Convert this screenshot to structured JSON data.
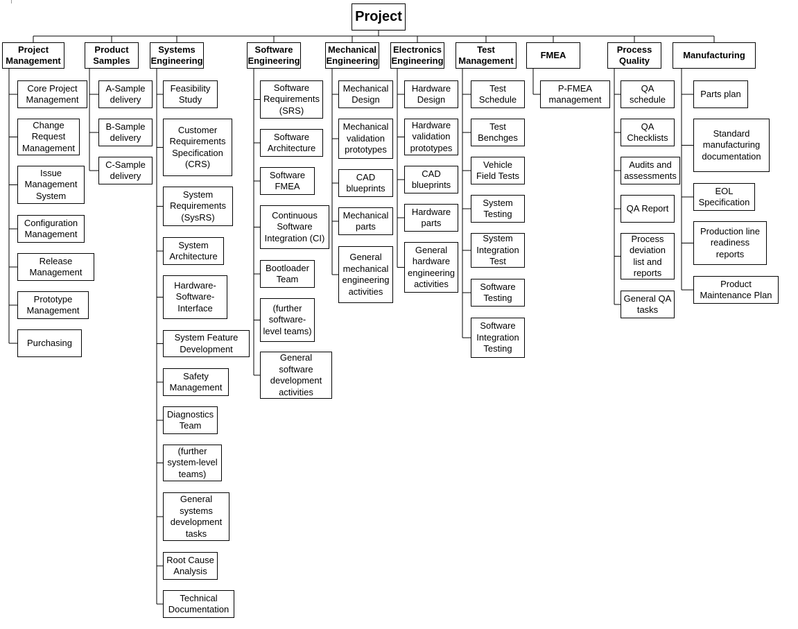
{
  "root": "Project",
  "categories": [
    {
      "id": "project-management",
      "label": "Project\nManagement",
      "children": [
        "Core Project\nManagement",
        "Change\nRequest\nManagement",
        "Issue\nManagement\nSystem",
        "Configuration\nManagement",
        "Release\nManagement",
        "Prototype\nManagement",
        "Purchasing"
      ]
    },
    {
      "id": "product-samples",
      "label": "Product\nSamples",
      "children": [
        "A-Sample\ndelivery",
        "B-Sample\ndelivery",
        "C-Sample\ndelivery"
      ]
    },
    {
      "id": "systems-engineering",
      "label": "Systems\nEngineering",
      "children": [
        "Feasibility\nStudy",
        "Customer\nRequirements\nSpecification\n(CRS)",
        "System\nRequirements\n(SysRS)",
        "System\nArchitecture",
        "Hardware-\nSoftware-\nInterface",
        "System Feature\nDevelopment",
        "Safety\nManagement",
        "Diagnostics\nTeam",
        "(further\nsystem-level\nteams)",
        "General\nsystems\ndevelopment\ntasks",
        "Root Cause\nAnalysis",
        "Technical\nDocumentation"
      ]
    },
    {
      "id": "software-engineering",
      "label": "Software\nEngineering",
      "children": [
        "Software\nRequirements\n(SRS)",
        "Software\nArchitecture",
        "Software\nFMEA",
        "Continuous\nSoftware\nIntegration (CI)",
        "Bootloader\nTeam",
        "(further\nsoftware-\nlevel teams)",
        "General\nsoftware\ndevelopment\nactivities"
      ]
    },
    {
      "id": "mechanical-engineering",
      "label": "Mechanical\nEngineering",
      "children": [
        "Mechanical\nDesign",
        "Mechanical\nvalidation\nprototypes",
        "CAD\nblueprints",
        "Mechanical\nparts",
        "General\nmechanical\nengineering\nactivities"
      ]
    },
    {
      "id": "electronics-engineering",
      "label": "Electronics\nEngineering",
      "children": [
        "Hardware\nDesign",
        "Hardware\nvalidation\nprototypes",
        "CAD\nblueprints",
        "Hardware\nparts",
        "General\nhardware\nengineering\nactivities"
      ]
    },
    {
      "id": "test-management",
      "label": "Test\nManagement",
      "children": [
        "Test\nSchedule",
        "Test\nBenchges",
        "Vehicle\nField Tests",
        "System\nTesting",
        "System\nIntegration\nTest",
        "Software\nTesting",
        "Software\nIntegration\nTesting"
      ]
    },
    {
      "id": "fmea",
      "label": "FMEA",
      "children": [
        "P-FMEA\nmanagement"
      ]
    },
    {
      "id": "process-quality",
      "label": "Process\nQuality",
      "children": [
        "QA\nschedule",
        "QA\nChecklists",
        "Audits and\nassessments",
        "QA Report",
        "Process\ndeviation\nlist and\nreports",
        "General QA\ntasks"
      ]
    },
    {
      "id": "manufacturing",
      "label": "Manufacturing",
      "children": [
        "Parts plan",
        "Standard\nmanufacturing\ndocumentation",
        "EOL\nSpecification",
        "Production line\nreadiness\nreports",
        "Product\nMaintenance Plan"
      ]
    }
  ]
}
